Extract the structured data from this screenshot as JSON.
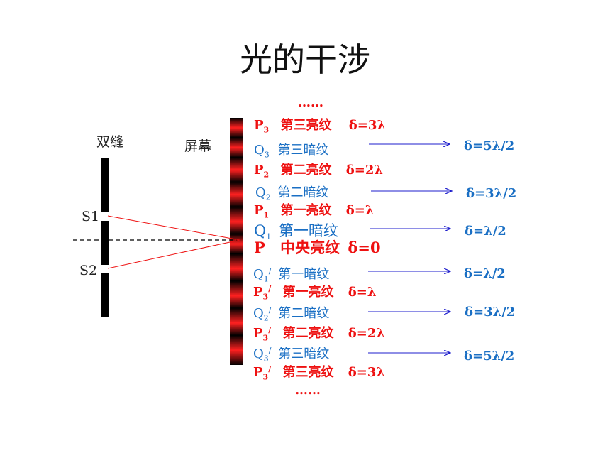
{
  "title": "光的干涉",
  "slit_label": "双缝",
  "screen_label": "屏幕",
  "s1": "S1",
  "s2": "S2",
  "dots": "……",
  "fringes": {
    "p3": {
      "l": "P",
      "s": "3",
      "name": "第三亮纹",
      "d": "δ=3λ"
    },
    "q3": {
      "l": "Q",
      "s": "3",
      "name": "第三暗纹",
      "d": "δ=5λ/2"
    },
    "p2": {
      "l": "P",
      "s": "2",
      "name": "第二亮纹",
      "d": "δ=2λ"
    },
    "q2": {
      "l": "Q",
      "s": "2",
      "name": "第二暗纹",
      "d": "δ=3λ/2"
    },
    "p1": {
      "l": "P",
      "s": "1",
      "name": "第一亮纹",
      "d": "δ=λ"
    },
    "q1": {
      "l": "Q",
      "s": "1",
      "name": "第一暗纹",
      "d": "δ=λ/2"
    },
    "p0": {
      "l": "P",
      "name": "中央亮纹",
      "d": "δ=0"
    },
    "q1b": {
      "l": "Q",
      "s": "1",
      "p": "/",
      "name": "第一暗纹",
      "d": "δ=λ/2"
    },
    "p1b": {
      "l": "P",
      "s": "3",
      "p": "/",
      "name": "第一亮纹",
      "d": "δ=λ"
    },
    "q2b": {
      "l": "Q",
      "s": "2",
      "p": "/",
      "name": "第二暗纹",
      "d": "δ=3λ/2"
    },
    "p2b": {
      "l": "P",
      "s": "3",
      "p": "/",
      "name": "第二亮纹",
      "d": "δ=2λ"
    },
    "q3b": {
      "l": "Q",
      "s": "3",
      "p": "/",
      "name": "第三暗纹",
      "d": "δ=5λ/2"
    },
    "p3b": {
      "l": "P",
      "s": "3",
      "p": "/",
      "name": "第三亮纹",
      "d": "δ=3λ"
    }
  },
  "colors": {
    "bright": "#ee1111",
    "dark": "#1a6fc4",
    "arrow": "#1c1ccc"
  }
}
